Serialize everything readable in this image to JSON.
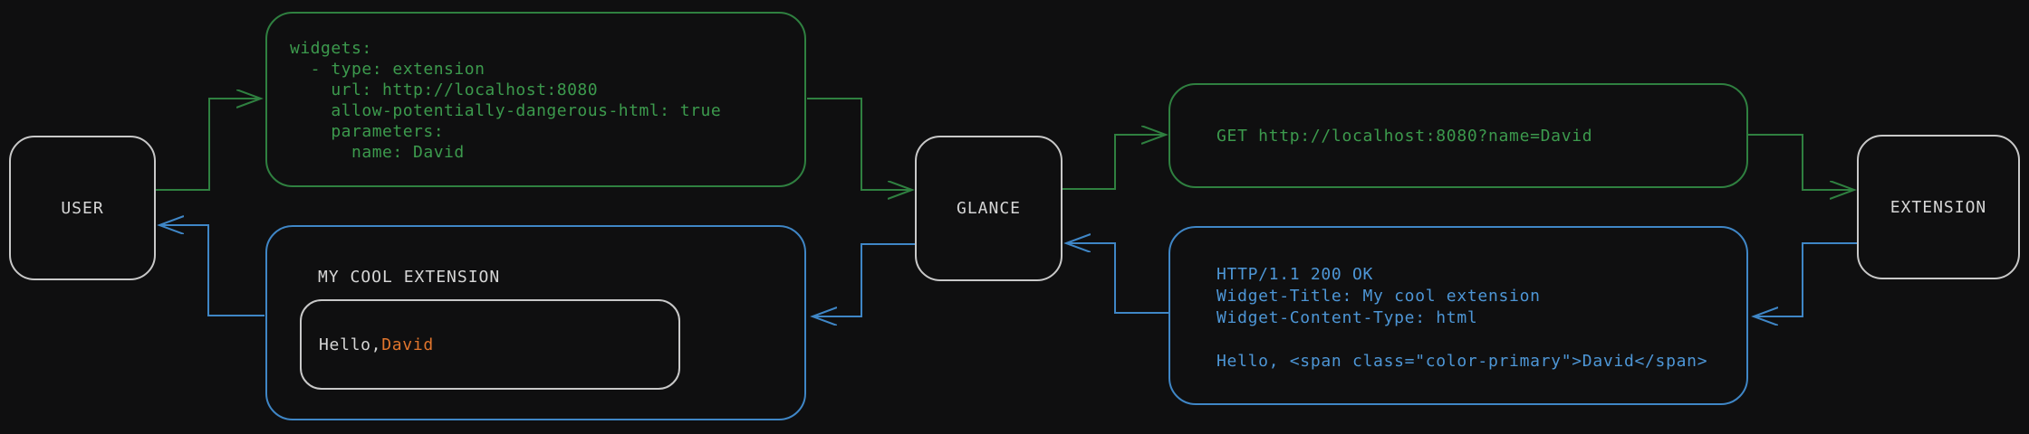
{
  "colors": {
    "background": "#0f0f10",
    "neutral": "#c8c8c8",
    "text": "#d6d6d6",
    "green": "#3c9a4d",
    "green_dim": "#2f8040",
    "blue": "#4d96d6",
    "blue_dim": "#3f86c6",
    "orange": "#e0752d"
  },
  "nodes": {
    "user": {
      "label": "USER"
    },
    "glance": {
      "label": "GLANCE"
    },
    "extension": {
      "label": "EXTENSION"
    }
  },
  "config_box": {
    "code": "widgets:\n  - type: extension\n    url: http://localhost:8080\n    allow-potentially-dangerous-html: true\n    parameters:\n      name: David"
  },
  "request_box": {
    "text": "GET http://localhost:8080?name=David"
  },
  "response_box": {
    "code": "HTTP/1.1 200 OK\nWidget-Title: My cool extension\nWidget-Content-Type: html\n\nHello, <span class=\"color-primary\">David</span>"
  },
  "widget_box": {
    "title": "MY COOL EXTENSION",
    "hello_prefix": "Hello, ",
    "hello_name": "David"
  }
}
